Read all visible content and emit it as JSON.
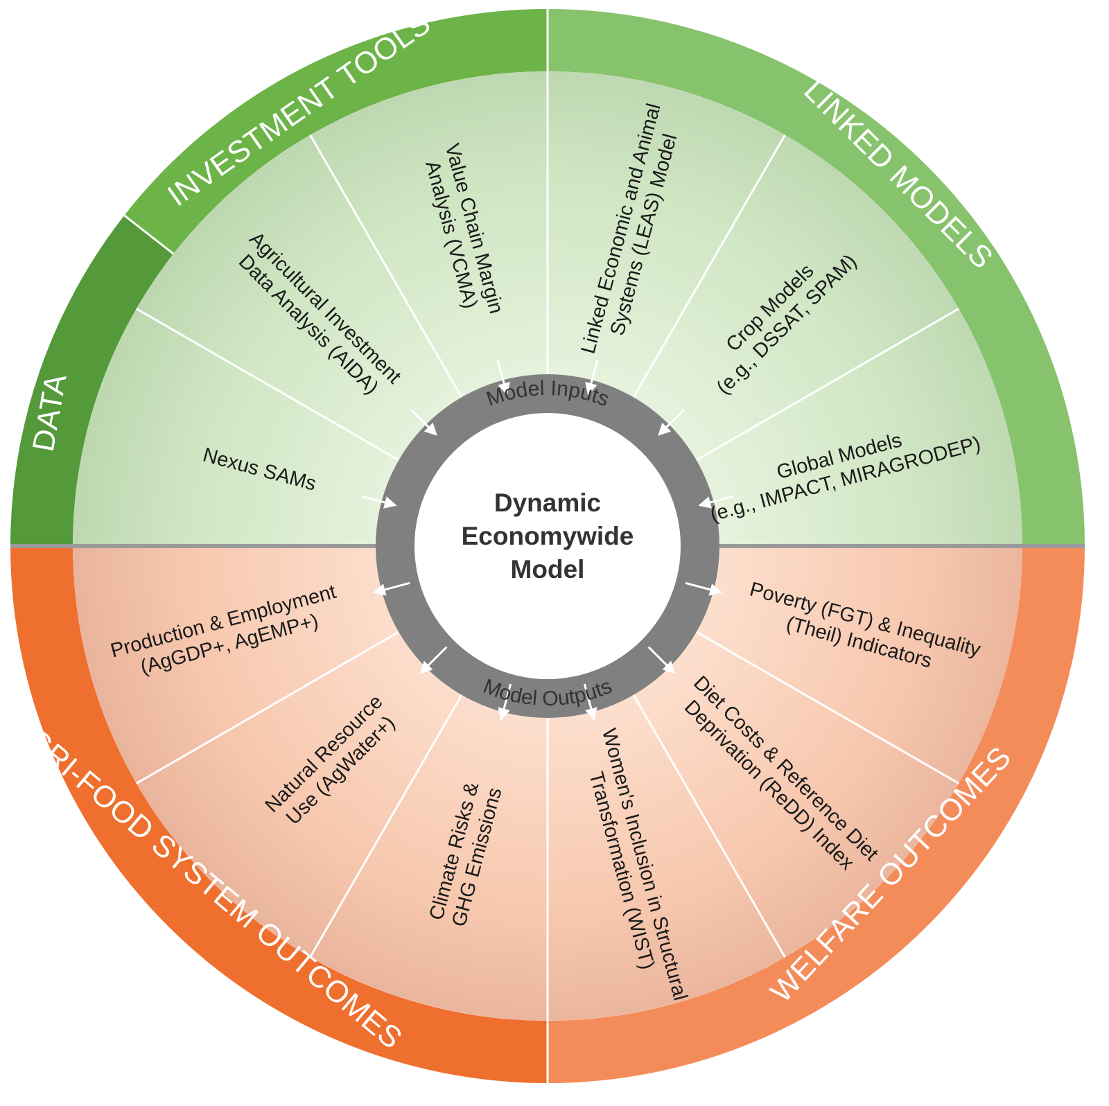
{
  "center": {
    "lines": [
      "Dynamic",
      "Economywide",
      "Model"
    ]
  },
  "hub": {
    "inputs_label": "Model Inputs",
    "outputs_label": "Model Outputs"
  },
  "outer_ring": {
    "data": "DATA",
    "investment_tools": "INVESTMENT TOOLS",
    "linked_models": "LINKED MODELS",
    "agrifood_outcomes": "AGRI-FOOD SYSTEM OUTCOMES",
    "welfare_outcomes": "WELFARE OUTCOMES"
  },
  "inputs": [
    {
      "id": "nexus",
      "lines": [
        "Nexus SAMs"
      ]
    },
    {
      "id": "aida",
      "lines": [
        "Agricultural Investment",
        "Data Analysis (AIDA)"
      ]
    },
    {
      "id": "vcma",
      "lines": [
        "Value Chain Margin",
        "Analysis (VCMA)"
      ]
    },
    {
      "id": "leas",
      "lines": [
        "Linked Economic and Animal",
        "Systems (LEAS) Model"
      ]
    },
    {
      "id": "crop",
      "lines": [
        "Crop Models",
        "(e.g., DSSAT, SPAM)"
      ]
    },
    {
      "id": "global",
      "lines": [
        "Global Models",
        "(e.g., IMPACT, MIRAGRODEP)"
      ]
    }
  ],
  "outputs": [
    {
      "id": "production",
      "lines": [
        "Production & Employment",
        "(AgGDP+, AgEMP+)"
      ]
    },
    {
      "id": "water",
      "lines": [
        "Natural Resource",
        "Use (AgWater+)"
      ]
    },
    {
      "id": "climate",
      "lines": [
        "Climate Risks &",
        "GHG Emissions"
      ]
    },
    {
      "id": "wist",
      "lines": [
        "Women's Inclusion in Structural",
        "Transformation (WIST)"
      ]
    },
    {
      "id": "redd",
      "lines": [
        "Diet Costs & Reference Diet",
        "Deprivation (ReDD) Index"
      ]
    },
    {
      "id": "poverty",
      "lines": [
        "Poverty (FGT) & Inequality",
        "(Theil) Indicators"
      ]
    }
  ],
  "colors": {
    "green_dark": "#549a3b",
    "green_mid": "#6cb348",
    "green_light": "#87c26c",
    "orange_dark": "#ef6f2e",
    "orange_light": "#f48c5a",
    "hub_gray": "#808080",
    "divider_gray": "#9a9a9a"
  }
}
